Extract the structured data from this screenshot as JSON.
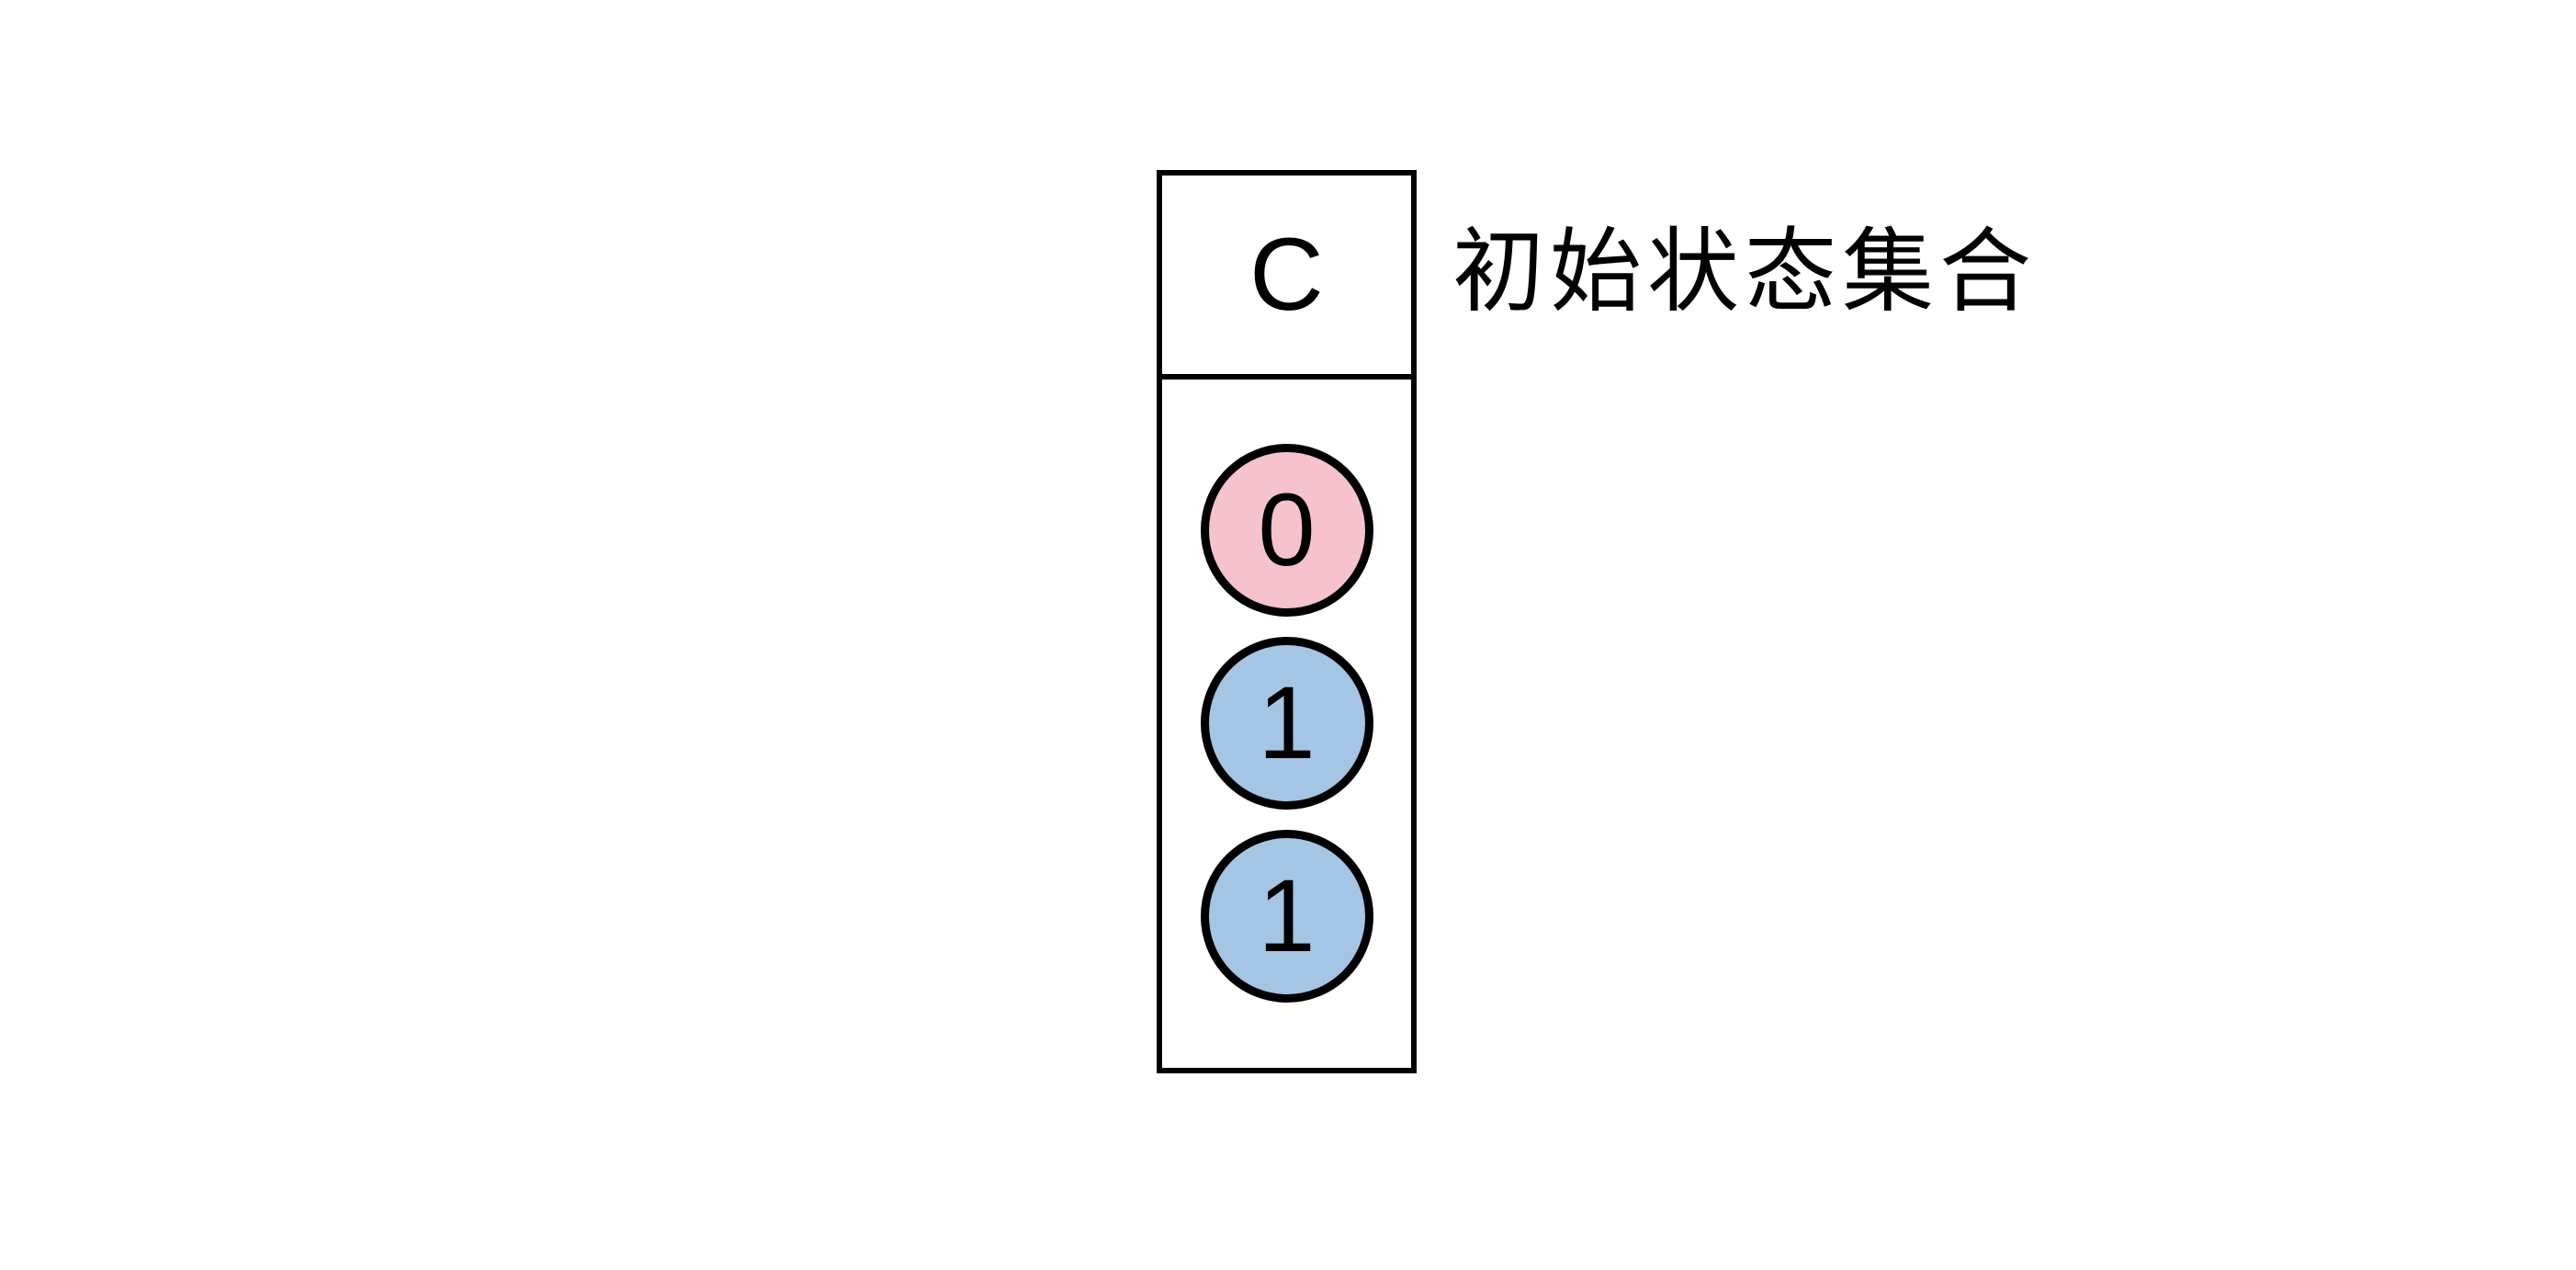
{
  "figure": {
    "caption": "初始状态集合",
    "column": {
      "header_label": "C",
      "cells": [
        {
          "value": "0",
          "fill": "#F6C2CD"
        },
        {
          "value": "1",
          "#comment": "",
          "fill": "#A4C5E4"
        },
        {
          "value": "1",
          "fill": "#A4C5E4"
        }
      ]
    },
    "colors": {
      "stroke": "#000000",
      "pink": "#F6C2CD",
      "blue": "#A4C5E4",
      "background": "#FFFFFF"
    }
  }
}
